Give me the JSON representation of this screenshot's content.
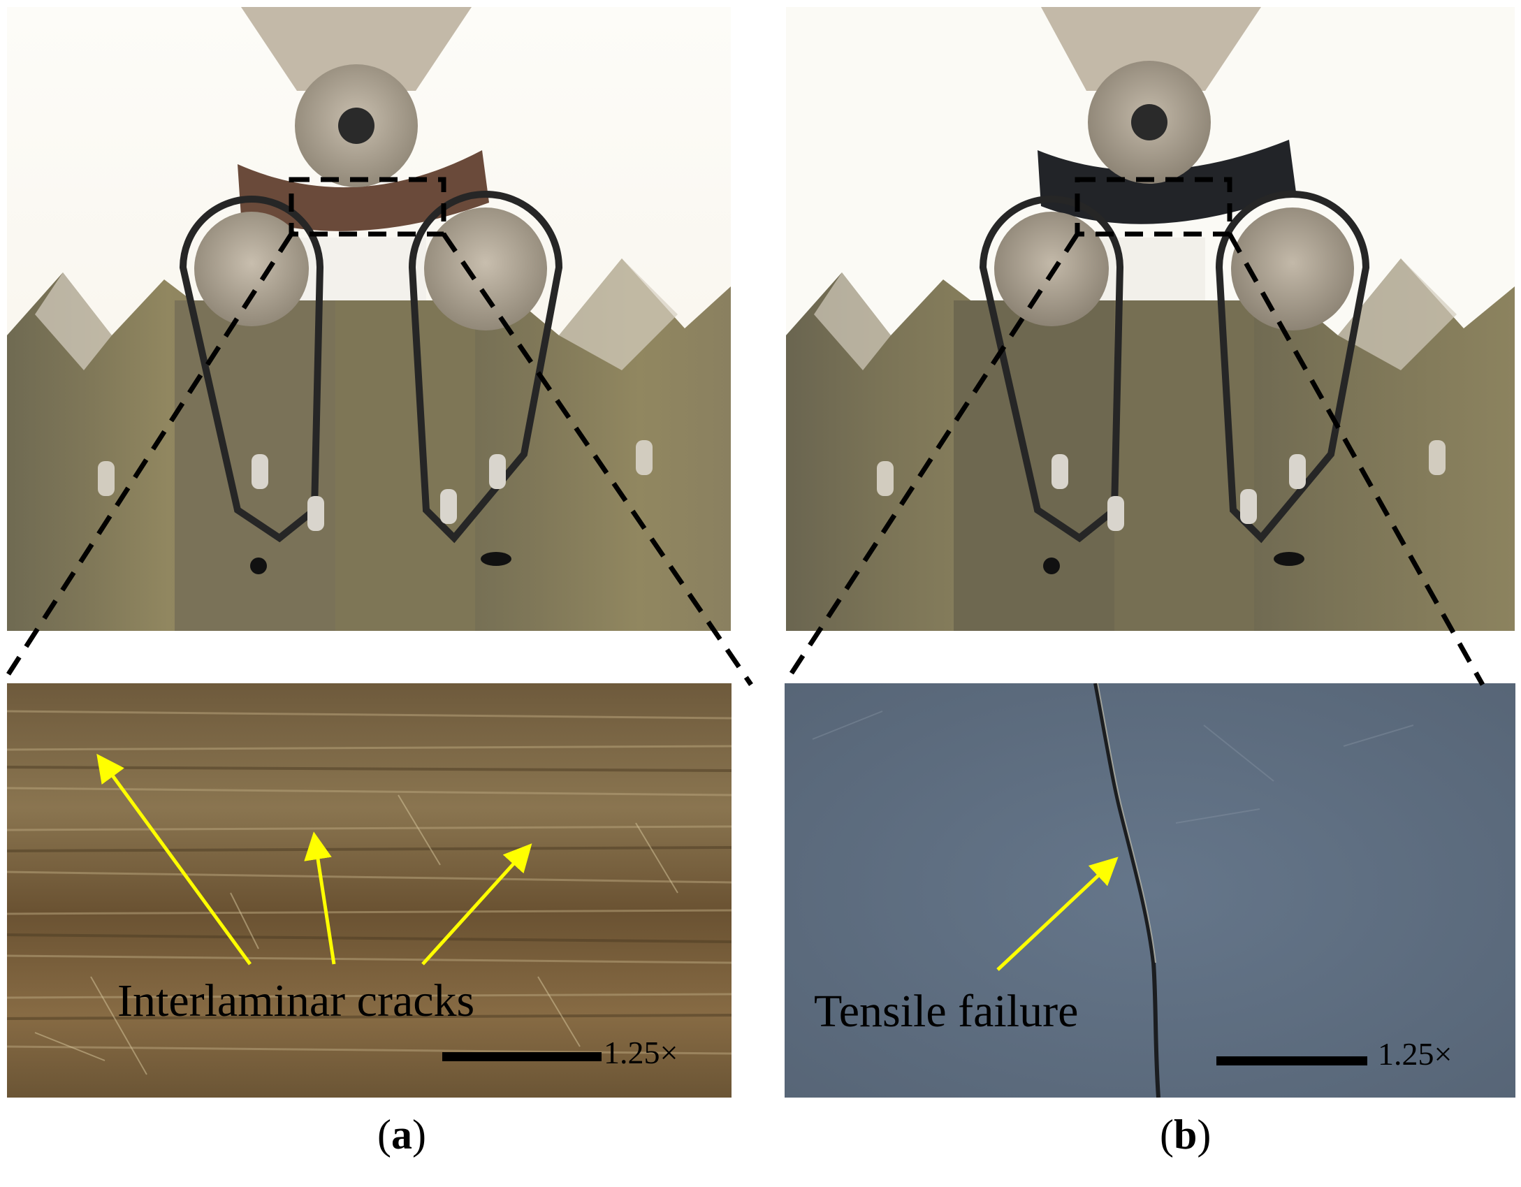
{
  "panels": [
    {
      "id": "a",
      "label_open": "(",
      "label_letter": "a",
      "label_close": ")",
      "annotation": "Interlaminar cracks",
      "scale_text": "1.25×",
      "specimen_color": "#6a4a3a",
      "micro_base_color": "#7a6040"
    },
    {
      "id": "b",
      "label_open": "(",
      "label_letter": "b",
      "label_close": ")",
      "annotation": "Tensile failure",
      "scale_text": "1.25×",
      "specimen_color": "#222428",
      "micro_base_color": "#5a6878"
    }
  ],
  "colors": {
    "arrow": "#ffff00",
    "dashed_line": "#000000",
    "fixture": "#8a7f5c",
    "fixture_top": "#c8c0b0"
  },
  "icons": {
    "arrow": "yellow-arrow",
    "dashed_box": "dashed-zoom-box"
  }
}
